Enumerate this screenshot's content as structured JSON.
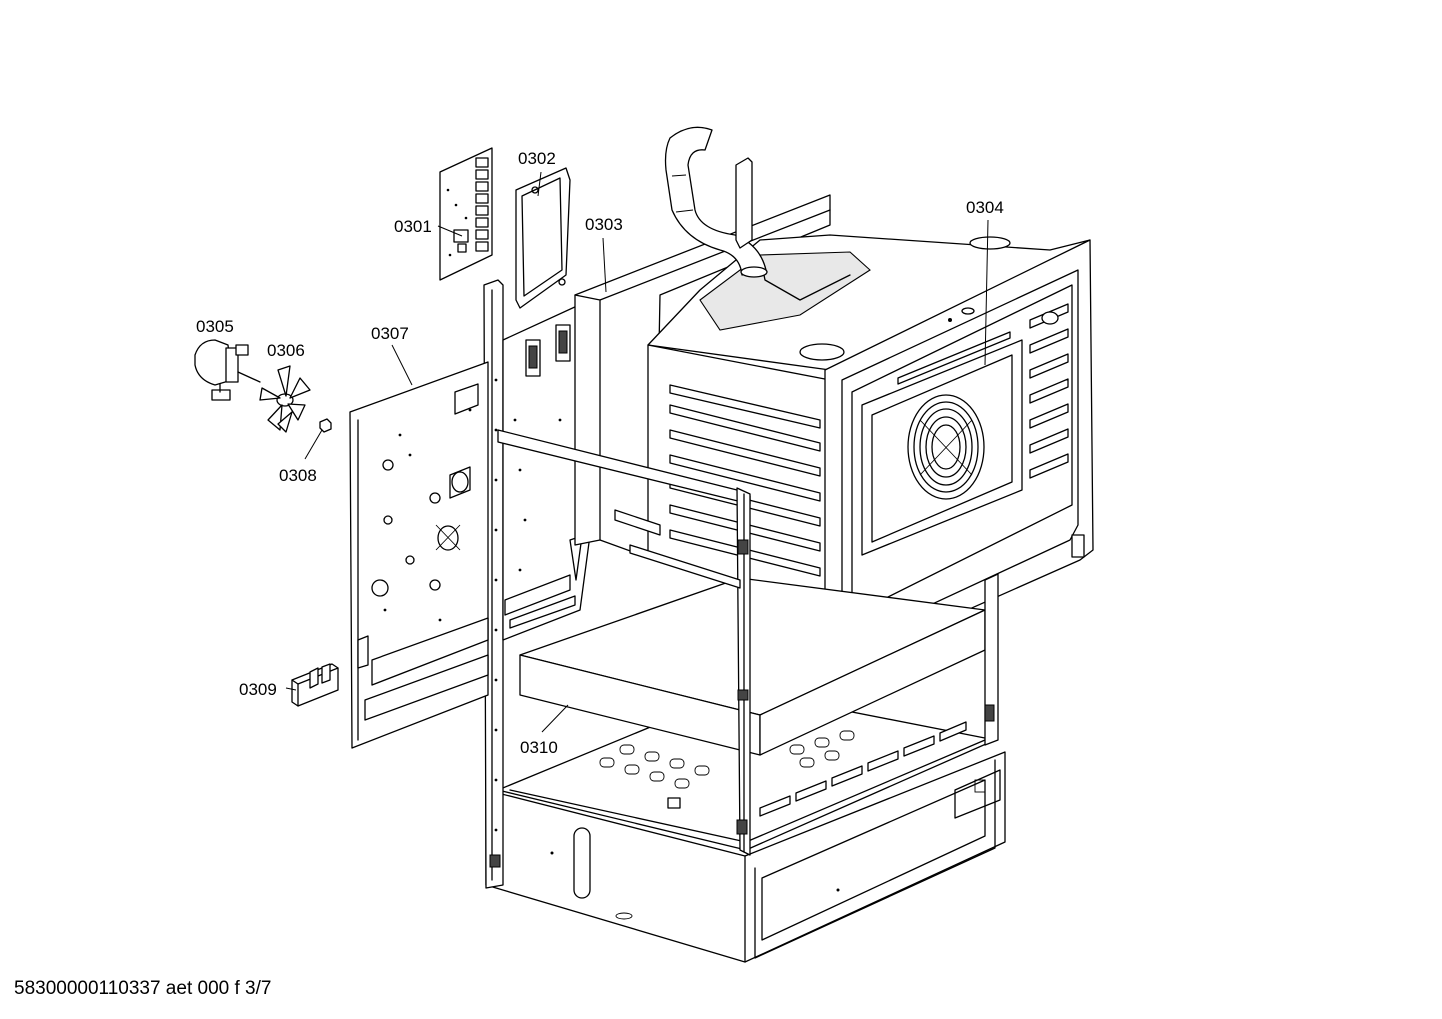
{
  "labels": {
    "p0301": "0301",
    "p0302": "0302",
    "p0303": "0303",
    "p0304": "0304",
    "p0305": "0305",
    "p0306": "0306",
    "p0307": "0307",
    "p0308": "0308",
    "p0309": "0309",
    "p0310": "0310"
  },
  "footer": {
    "document_id": "58300000110337 aet 000 f 3/7"
  }
}
